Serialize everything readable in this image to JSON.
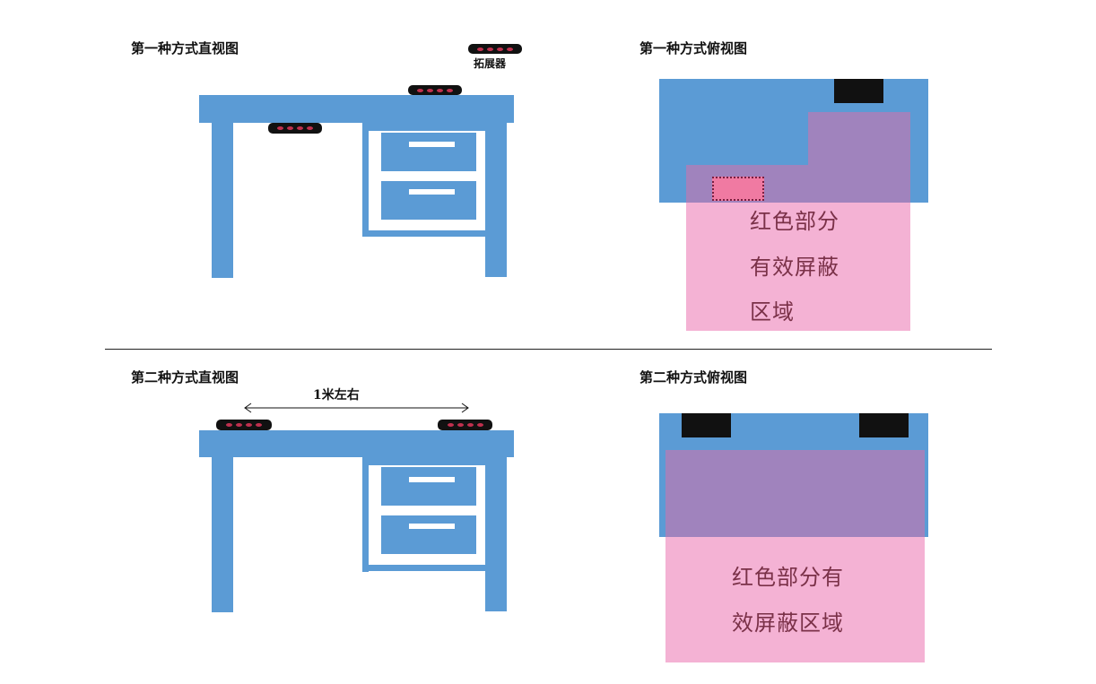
{
  "panels": {
    "front1": {
      "title": "第一种方式直视图"
    },
    "top1": {
      "title": "第一种方式俯视图"
    },
    "front2": {
      "title": "第二种方式直视图"
    },
    "top2": {
      "title": "第二种方式俯视图"
    }
  },
  "labels": {
    "extender": "拓展器",
    "distance": "1米左右"
  },
  "overlay_text": {
    "top1_lines": [
      "红色部分",
      "有效屏蔽",
      "区域"
    ],
    "top2_lines": [
      "红色部分有",
      "效屏蔽区域"
    ]
  },
  "colors": {
    "desk": "#5b9bd5",
    "shield_zone": "#f4b2d4",
    "overlap": "#a083bd",
    "extender": "#111111",
    "extender_dots": "#c0304e",
    "text_on_zone": "#7a3148"
  }
}
